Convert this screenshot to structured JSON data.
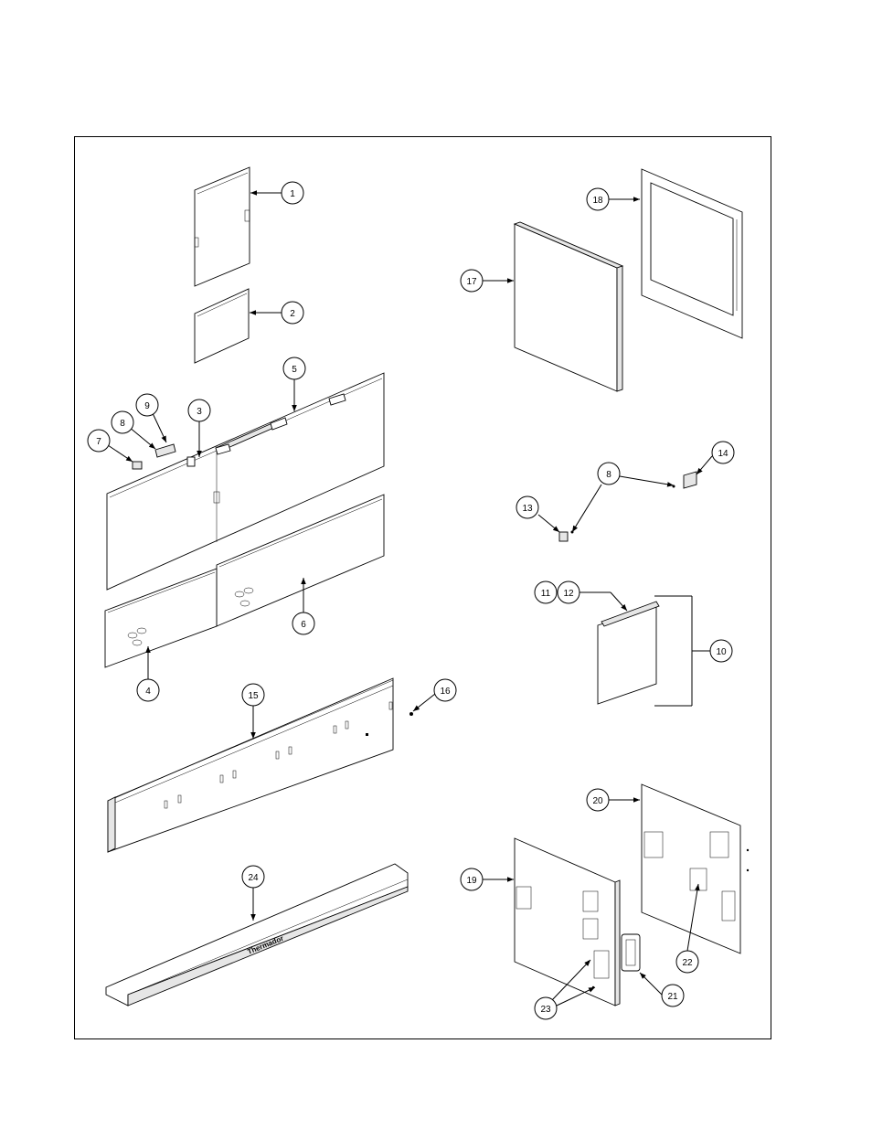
{
  "diagram": {
    "kind": "exploded-parts-view",
    "callouts": [
      "1",
      "2",
      "3",
      "4",
      "5",
      "6",
      "7",
      "8",
      "9",
      "10",
      "11",
      "12",
      "13",
      "14",
      "15",
      "16",
      "17",
      "18",
      "19",
      "20",
      "21",
      "22",
      "23",
      "24"
    ],
    "callout_8_second": "8",
    "callout_23_second_leader": "23",
    "logo_text": "Thermador"
  }
}
